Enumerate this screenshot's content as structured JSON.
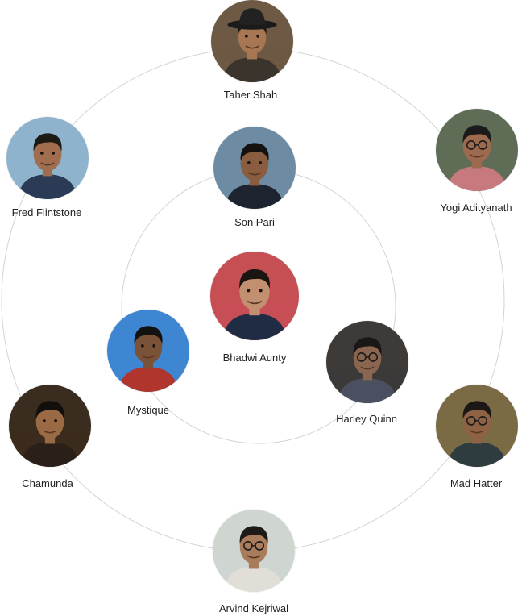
{
  "members": [
    {
      "id": "taher-shah",
      "name": "Taher Shah",
      "ring": "outer",
      "colors": {
        "bg": "#6e5a44",
        "shirt": "#3a342d",
        "hair": "#1f1a16",
        "skin": "#a77754"
      },
      "hat": true,
      "glasses": false
    },
    {
      "id": "yogi-adityanath",
      "name": "Yogi Adityanath",
      "ring": "outer",
      "colors": {
        "bg": "#5f6d57",
        "shirt": "#c77a7d",
        "hair": "#1b1b1b",
        "skin": "#9c6b4f"
      },
      "hat": false,
      "glasses": true
    },
    {
      "id": "mad-hatter",
      "name": "Mad Hatter",
      "ring": "outer",
      "colors": {
        "bg": "#7a6b45",
        "shirt": "#2e3b3f",
        "hair": "#1a1716",
        "skin": "#8f6246"
      },
      "hat": false,
      "glasses": true
    },
    {
      "id": "arvind-kejriwal",
      "name": "Arvind Kejriwal",
      "ring": "outer",
      "colors": {
        "bg": "#cfd6d0",
        "shirt": "#e1ddd7",
        "hair": "#1e1a18",
        "skin": "#a97c5c"
      },
      "hat": false,
      "glasses": true
    },
    {
      "id": "chamunda",
      "name": "Chamunda",
      "ring": "outer",
      "colors": {
        "bg": "#3a2c1e",
        "shirt": "#2a2019",
        "hair": "#120e0c",
        "skin": "#9a6a44"
      },
      "hat": false,
      "glasses": false
    },
    {
      "id": "fred-flintstone",
      "name": "Fred Flintstone",
      "ring": "outer",
      "colors": {
        "bg": "#8fb3cc",
        "shirt": "#2b3a55",
        "hair": "#1d1915",
        "skin": "#a06d4e"
      },
      "hat": false,
      "glasses": false
    },
    {
      "id": "son-pari",
      "name": "Son Pari",
      "ring": "inner",
      "colors": {
        "bg": "#6d8ca4",
        "shirt": "#1d2430",
        "hair": "#15110f",
        "skin": "#8a5c40"
      },
      "hat": false,
      "glasses": false
    },
    {
      "id": "harley-quinn",
      "name": "Harley Quinn",
      "ring": "inner",
      "colors": {
        "bg": "#3d3a38",
        "shirt": "#4a5060",
        "hair": "#1a1716",
        "skin": "#8a6650"
      },
      "hat": false,
      "glasses": true
    },
    {
      "id": "mystique",
      "name": "Mystique",
      "ring": "inner",
      "colors": {
        "bg": "#3f86d2",
        "shirt": "#b0352c",
        "hair": "#141210",
        "skin": "#7a5238"
      },
      "hat": false,
      "glasses": false
    },
    {
      "id": "bhadwi-aunty",
      "name": "Bhadwi Aunty",
      "ring": "center",
      "colors": {
        "bg": "#c64f54",
        "shirt": "#1f2c44",
        "hair": "#1b1512",
        "skin": "#c29071"
      },
      "hat": false,
      "glasses": false
    }
  ]
}
